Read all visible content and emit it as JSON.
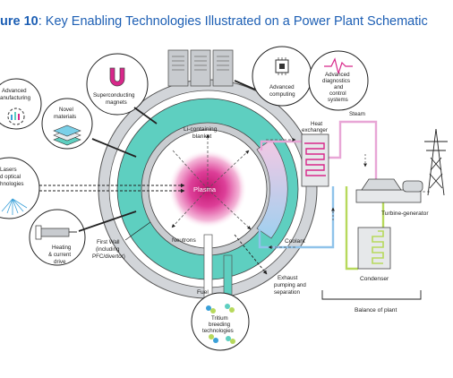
{
  "title": {
    "prefix": "ure 10",
    "rest": ": Key Enabling Technologies Illustrated on a Power Plant Schematic"
  },
  "labels": {
    "advanced_manufacturing": [
      "Advanced",
      "anufacturing"
    ],
    "novel_materials": [
      "Novel",
      "materials"
    ],
    "superconducting_magnets": [
      "Superconducting",
      "magnets"
    ],
    "advanced_computing": [
      "Advanced",
      "computing"
    ],
    "advanced_diagnostics": [
      "Advanced",
      "diagnostics",
      "and",
      "control",
      "systems"
    ],
    "lasers": [
      "Lasers",
      "d optical",
      "hnologies"
    ],
    "heating": [
      "Heating",
      "& current",
      "drive"
    ],
    "first_wall": [
      "First Wall",
      "(including",
      "PFC/divertor)"
    ],
    "blanket": [
      "Li-containing",
      "blanket"
    ],
    "plasma": "Plasma",
    "neutrons": "Neutrons",
    "heat_exchanger": [
      "Heat",
      "exchanger"
    ],
    "steam": "Steam",
    "coolant": "Coolant",
    "turbine": "Turbine-generator",
    "condenser": "Condenser",
    "exhaust": [
      "Exhaust",
      "pumping and",
      "separation"
    ],
    "fuel": "Fuel",
    "tritium": [
      "Tritium",
      "breeding",
      "technologies"
    ],
    "balance": "Balance of plant"
  },
  "colors": {
    "title": "#1d5fb4",
    "blanket": "#5ecfc0",
    "first_wall": "#c9ccd0",
    "plasma": "#d8278a",
    "steam_line": "#e8a6d6",
    "coolant_line": "#8fc3ea",
    "condensate_line": "#b7d95c"
  }
}
